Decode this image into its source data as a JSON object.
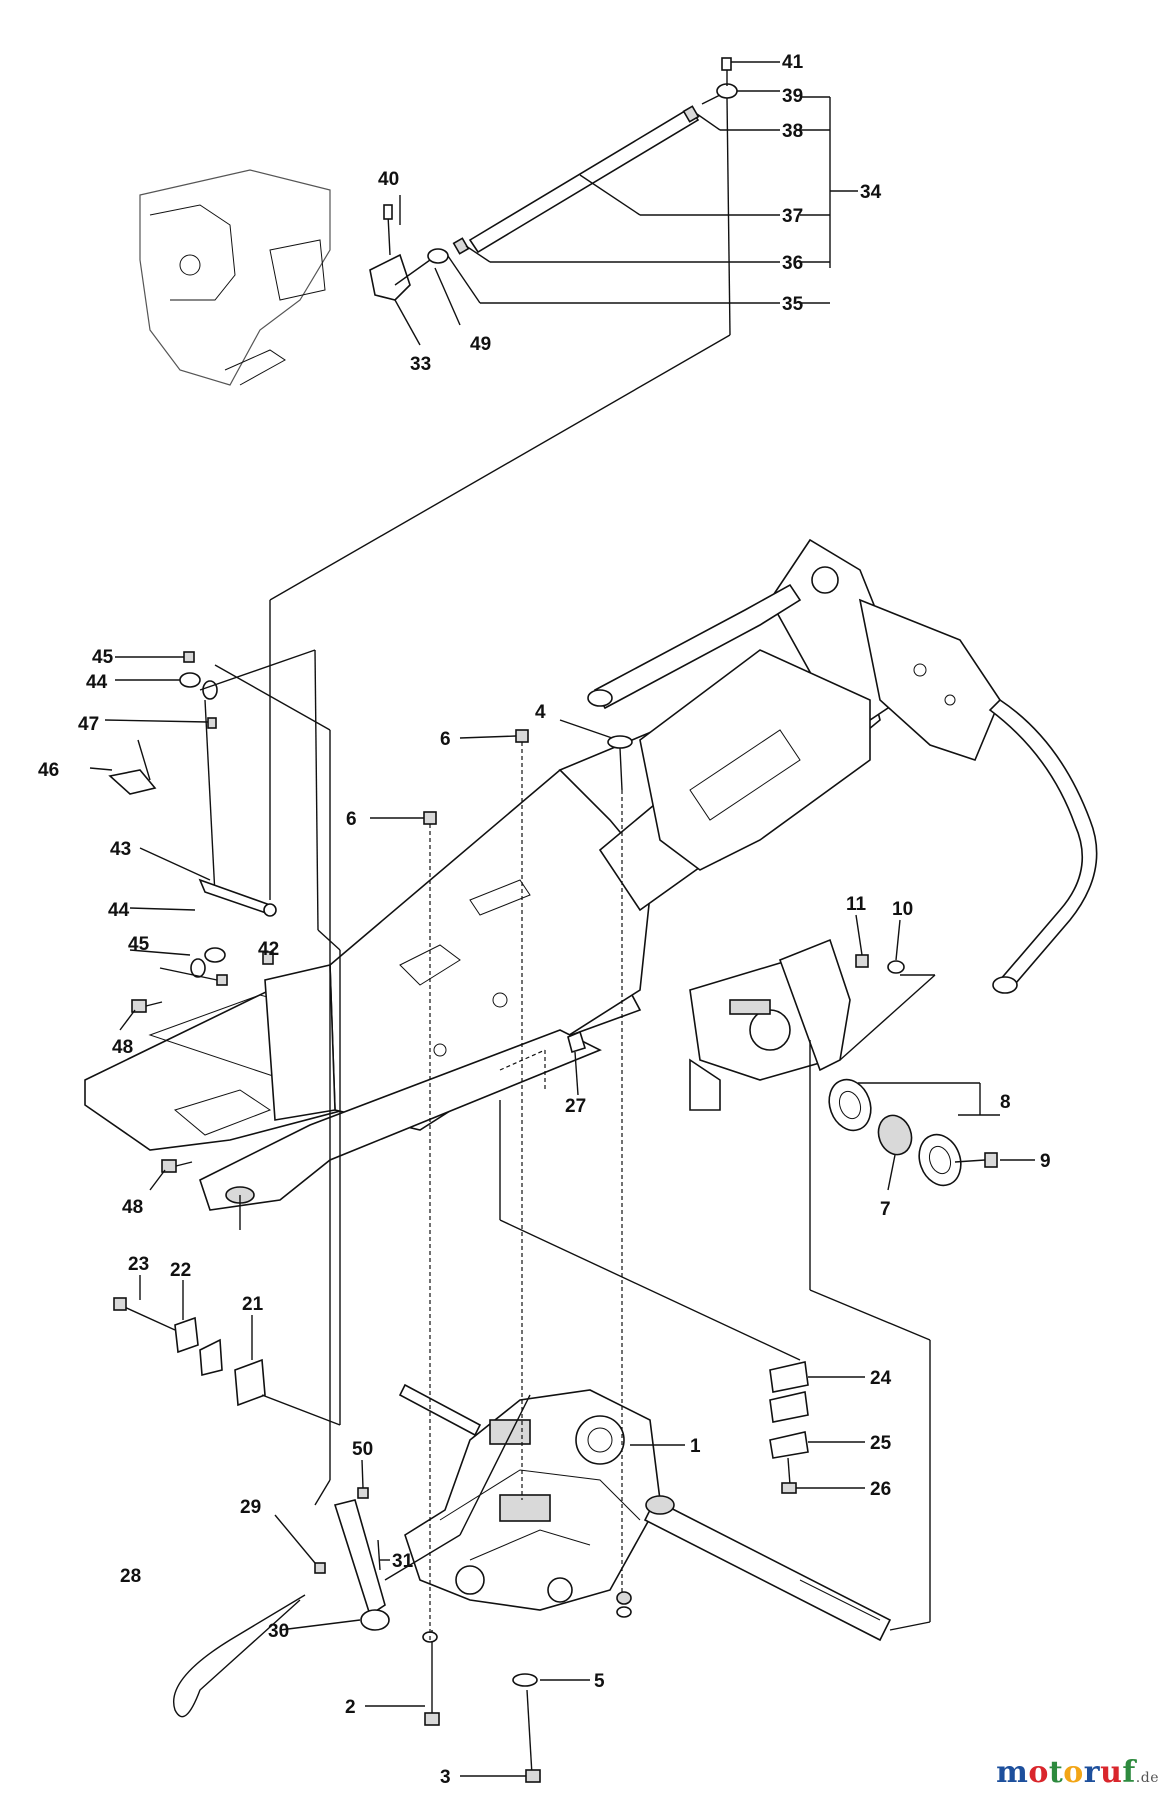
{
  "labels": {
    "l1": "1",
    "l2": "2",
    "l3": "3",
    "l4": "4",
    "l5": "5",
    "l6a": "6",
    "l6b": "6",
    "l7": "7",
    "l8": "8",
    "l9": "9",
    "l10": "10",
    "l11": "11",
    "l21": "21",
    "l22": "22",
    "l23": "23",
    "l24": "24",
    "l25": "25",
    "l26": "26",
    "l27": "27",
    "l28": "28",
    "l29": "29",
    "l30": "30",
    "l31": "31",
    "l33": "33",
    "l34": "34",
    "l35": "35",
    "l36": "36",
    "l37": "37",
    "l38": "38",
    "l39": "39",
    "l40": "40",
    "l41": "41",
    "l42": "42",
    "l43": "43",
    "l44a": "44",
    "l44b": "44",
    "l45a": "45",
    "l45b": "45",
    "l46": "46",
    "l47": "47",
    "l48a": "48",
    "l48b": "48",
    "l49": "49",
    "l50": "50"
  },
  "brand": {
    "letters": [
      "m",
      "o",
      "t",
      "o",
      "r",
      "u",
      "f"
    ],
    "suffix": ".de",
    "colors": [
      "#1d4f9c",
      "#d9262c",
      "#2d8a3e",
      "#f2a516",
      "#1d4f9c",
      "#d9262c",
      "#2d8a3e"
    ]
  }
}
